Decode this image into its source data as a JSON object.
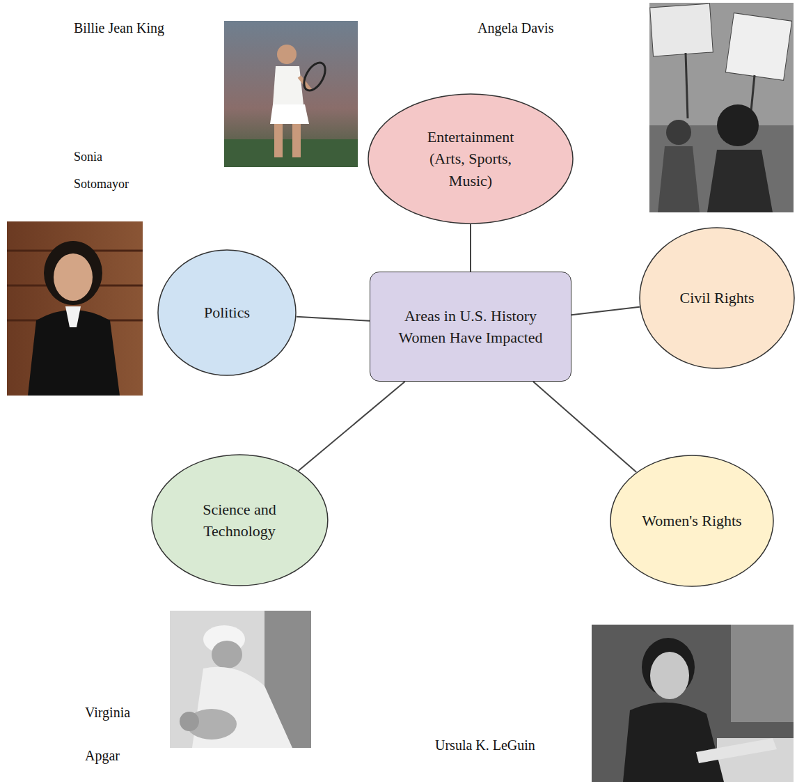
{
  "diagram": {
    "nodes": [
      {
        "text": [
          "Entertainment (Arts, Sports, Music)"
        ]
      },
      {
        "text": [
          "Politics"
        ]
      },
      {
        "text": [
          "Areas in U.S. History Women Have Impacted"
        ]
      },
      {
        "text": [
          "Civil Rights"
        ]
      },
      {
        "text": [
          "Science and Technology"
        ]
      },
      {
        "text": [
          "Women's Rights"
        ]
      }
    ],
    "edges": [
      {
        "from": 2,
        "to": 0,
        "arrow": "none"
      },
      {
        "from": 2,
        "to": 1,
        "arrow": "none"
      },
      {
        "from": 2,
        "to": 3,
        "arrow": "none"
      },
      {
        "from": 2,
        "to": 4,
        "arrow": "none"
      },
      {
        "from": 2,
        "to": 5,
        "arrow": "none"
      }
    ],
    "labels": [
      "Billie Jean King",
      "Angela Davis",
      "Sonia Sotomayor",
      "Virginia Apgar",
      "Ursula K. LeGuin"
    ]
  }
}
